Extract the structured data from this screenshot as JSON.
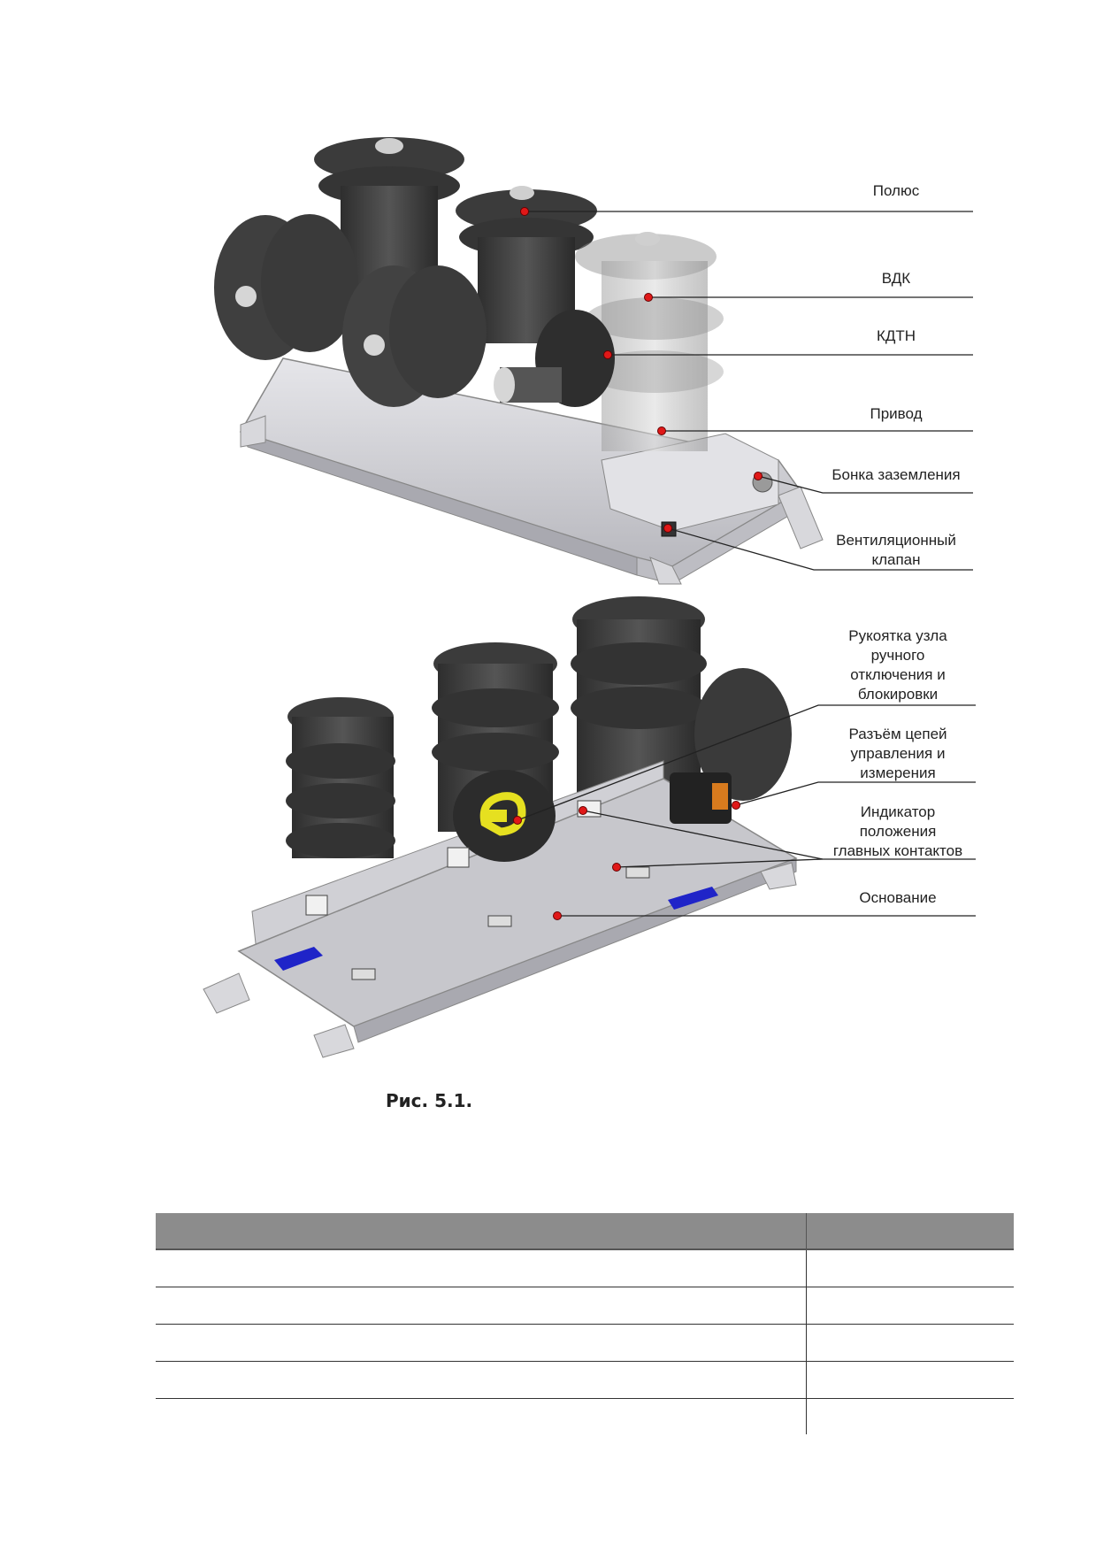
{
  "labels": {
    "pole": "Полюс",
    "vdk": "ВДК",
    "kdtn": "КДТН",
    "drive": "Привод",
    "ground_boss": "Бонка заземления",
    "vent_valve": "Вентиляционный\nклапан",
    "handle": "Рукоятка узла\nручного\nотключения и\nблокировки",
    "connector": "Разъём цепей\nуправления и\nизмерения",
    "indicator": "Индикатор\nположения\nглавных контактов",
    "base": "Основание"
  },
  "caption": "Рис. 5.1.",
  "table": {
    "header": [
      "",
      ""
    ],
    "rows": [
      [
        "",
        ""
      ],
      [
        "",
        ""
      ],
      [
        "",
        ""
      ],
      [
        "",
        ""
      ],
      [
        "",
        ""
      ]
    ]
  },
  "colors": {
    "insulator": "#3d3d3d",
    "frame": "#cfcfd3",
    "marker": "#e01818",
    "handle_yellow": "#e6e020",
    "blue_pad": "#1f24c8",
    "table_header": "#8c8c8c"
  }
}
